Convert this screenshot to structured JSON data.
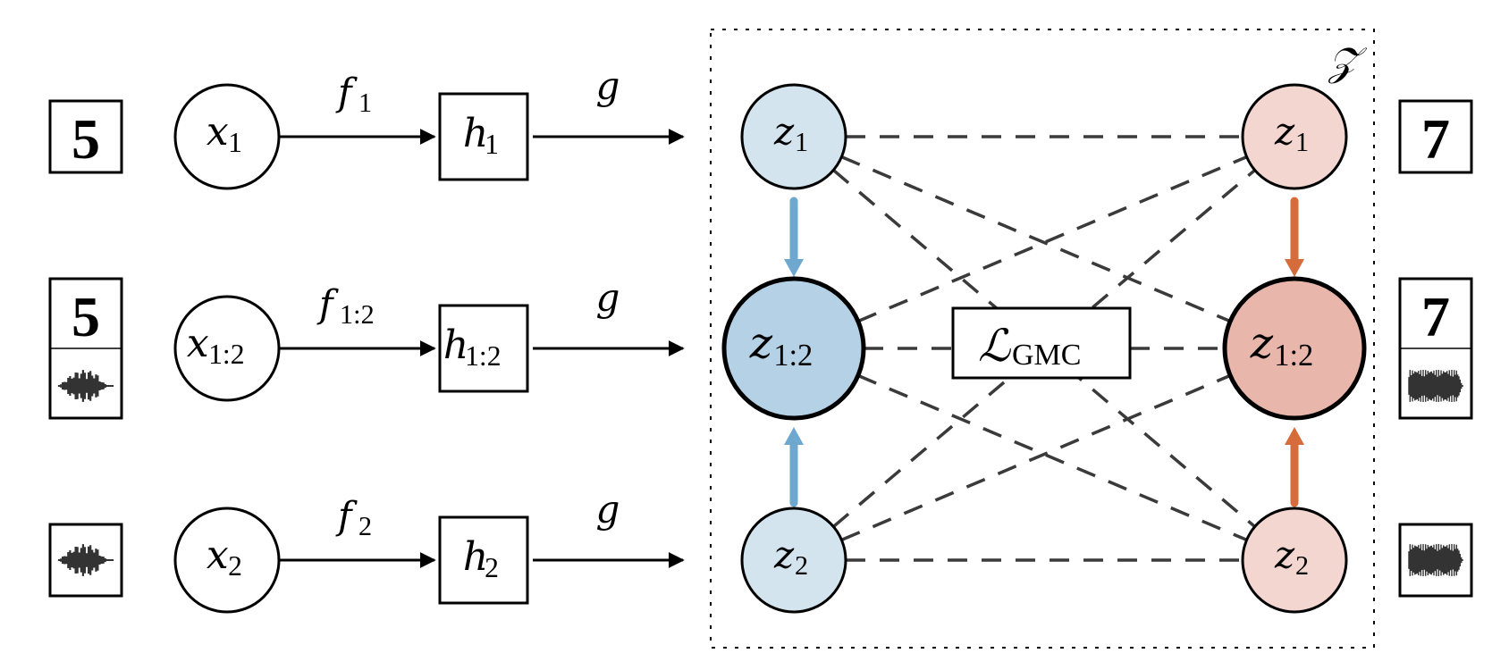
{
  "figure": {
    "space_label": "𝒵",
    "loss_label": {
      "main": "ℒ",
      "sub": "GMC"
    },
    "colors": {
      "ink": "#000000",
      "dash": "#3a3a3a",
      "blue_light": "#d3e4ef",
      "blue_joint": "#b5d1e6",
      "blue_arrow": "#6fa8cf",
      "red_light": "#f2d6cf",
      "red_joint": "#e8b6aa",
      "red_arrow": "#d66b3b"
    }
  },
  "rows": [
    {
      "id": "1",
      "sample": {
        "type": "digit",
        "digit": "5"
      },
      "input": {
        "var": "x",
        "sub": "1"
      },
      "encoder": {
        "var": "f",
        "sub": "1"
      },
      "hidden": {
        "var": "h",
        "sub": "1"
      },
      "projector": {
        "var": "g"
      },
      "z_anchor": {
        "var": "z",
        "sub": "1"
      },
      "z_positive": {
        "var": "z",
        "sub": "1"
      },
      "positive_sample": {
        "type": "digit",
        "digit": "7"
      }
    },
    {
      "id": "1:2",
      "sample": {
        "type": "digit+audio",
        "digit": "5"
      },
      "input": {
        "var": "x",
        "sub": "1:2"
      },
      "encoder": {
        "var": "f",
        "sub": "1:2"
      },
      "hidden": {
        "var": "h",
        "sub": "1:2"
      },
      "projector": {
        "var": "g"
      },
      "z_anchor": {
        "var": "z",
        "sub": "1:2"
      },
      "z_positive": {
        "var": "z",
        "sub": "1:2"
      },
      "positive_sample": {
        "type": "digit+audio",
        "digit": "7"
      }
    },
    {
      "id": "2",
      "sample": {
        "type": "audio"
      },
      "input": {
        "var": "x",
        "sub": "2"
      },
      "encoder": {
        "var": "f",
        "sub": "2"
      },
      "hidden": {
        "var": "h",
        "sub": "2"
      },
      "projector": {
        "var": "g"
      },
      "z_anchor": {
        "var": "z",
        "sub": "2"
      },
      "z_positive": {
        "var": "z",
        "sub": "2"
      },
      "positive_sample": {
        "type": "audio"
      }
    }
  ]
}
